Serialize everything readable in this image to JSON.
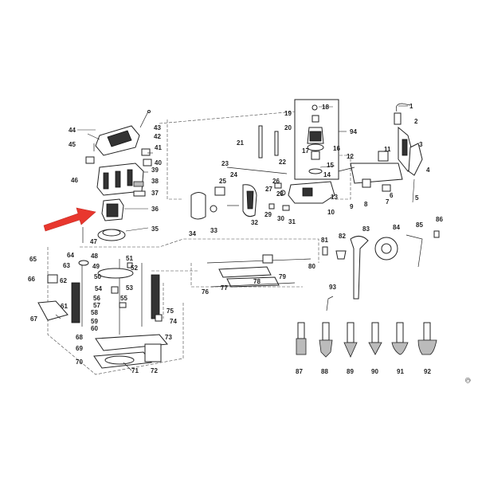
{
  "copyright": "©",
  "colors": {
    "arrow": "#e8372e",
    "line": "#222222",
    "background": "#ffffff"
  },
  "labels": {
    "p1": "1",
    "p2": "2",
    "p3": "3",
    "p4": "4",
    "p5": "5",
    "p6": "6",
    "p7": "7",
    "p8": "8",
    "p9": "9",
    "p10": "10",
    "p11": "11",
    "p12": "12",
    "p13": "13",
    "p14": "14",
    "p15": "15",
    "p16": "16",
    "p17": "17",
    "p18": "18",
    "p19": "19",
    "p20": "20",
    "p21": "21",
    "p22": "22",
    "p23": "23",
    "p24": "24",
    "p25": "25",
    "p26": "26",
    "p27": "27",
    "p28": "28",
    "p29": "29",
    "p30": "30",
    "p31": "31",
    "p32": "32",
    "p33": "33",
    "p34": "34",
    "p35": "35",
    "p36": "36",
    "p37": "37",
    "p38": "38",
    "p39": "39",
    "p40": "40",
    "p41": "41",
    "p42": "42",
    "p43": "43",
    "p44": "44",
    "p45": "45",
    "p46": "46",
    "p47": "47",
    "p48": "48",
    "p49": "49",
    "p50": "50",
    "p51": "51",
    "p52": "52",
    "p53": "53",
    "p54": "54",
    "p55": "55",
    "p56": "56",
    "p57": "57",
    "p58": "58",
    "p59": "59",
    "p60": "60",
    "p61": "61",
    "p62": "62",
    "p63": "63",
    "p64": "64",
    "p65": "65",
    "p66": "66",
    "p67": "67",
    "p68": "68",
    "p69": "69",
    "p70": "70",
    "p71": "71",
    "p72": "72",
    "p73": "73",
    "p74": "74",
    "p75": "75",
    "p76": "76",
    "p77": "77",
    "p78": "78",
    "p79": "79",
    "p80": "80",
    "p81": "81",
    "p82": "82",
    "p83": "83",
    "p84": "84",
    "p85": "85",
    "p86": "86",
    "p87": "87",
    "p88": "88",
    "p89": "89",
    "p90": "90",
    "p91": "91",
    "p92": "92",
    "p93": "93",
    "p94": "94"
  }
}
